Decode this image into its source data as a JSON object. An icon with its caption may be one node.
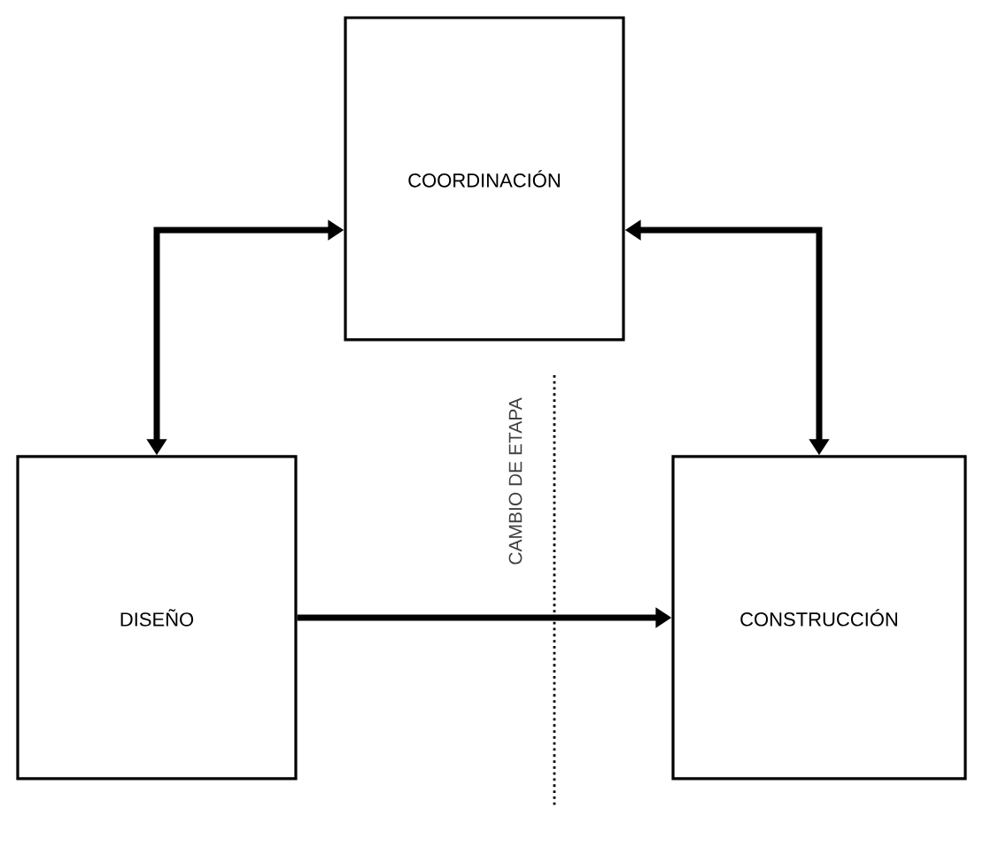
{
  "diagram": {
    "nodes": [
      {
        "text": [
          "COORDINACIÓN"
        ]
      },
      {
        "text": [
          "DISEÑO"
        ]
      },
      {
        "text": [
          "CONSTRUCCIÓN"
        ]
      }
    ],
    "edges": [
      {
        "from": 0,
        "to": 1,
        "arrow": "both"
      },
      {
        "from": 0,
        "to": 2,
        "arrow": "both"
      },
      {
        "from": 1,
        "to": 2,
        "arrow": "to"
      }
    ],
    "labels": [
      "CAMBIO DE ETAPA"
    ]
  }
}
